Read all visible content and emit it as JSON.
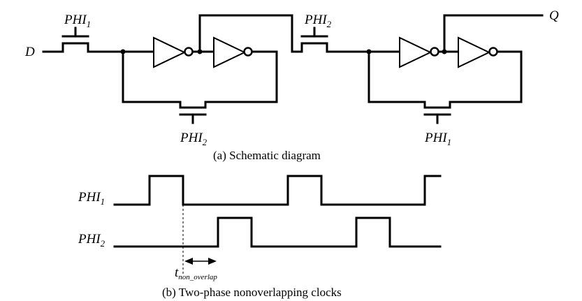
{
  "schematic": {
    "input_label": "D",
    "output_label": "Q",
    "clock_base": "PHI",
    "pass_gates": [
      {
        "label_base": "PHI",
        "label_sub": "1"
      },
      {
        "label_base": "PHI",
        "label_sub": "2"
      },
      {
        "label_base": "PHI",
        "label_sub": "2"
      },
      {
        "label_base": "PHI",
        "label_sub": "1"
      }
    ],
    "caption": "(a) Schematic diagram"
  },
  "timing": {
    "signals": [
      {
        "name_base": "PHI",
        "name_sub": "1"
      },
      {
        "name_base": "PHI",
        "name_sub": "2"
      }
    ],
    "gap_label_base": "t",
    "gap_label_sub": "non_overlap",
    "caption": "(b) Two-phase nonoverlapping clocks"
  }
}
